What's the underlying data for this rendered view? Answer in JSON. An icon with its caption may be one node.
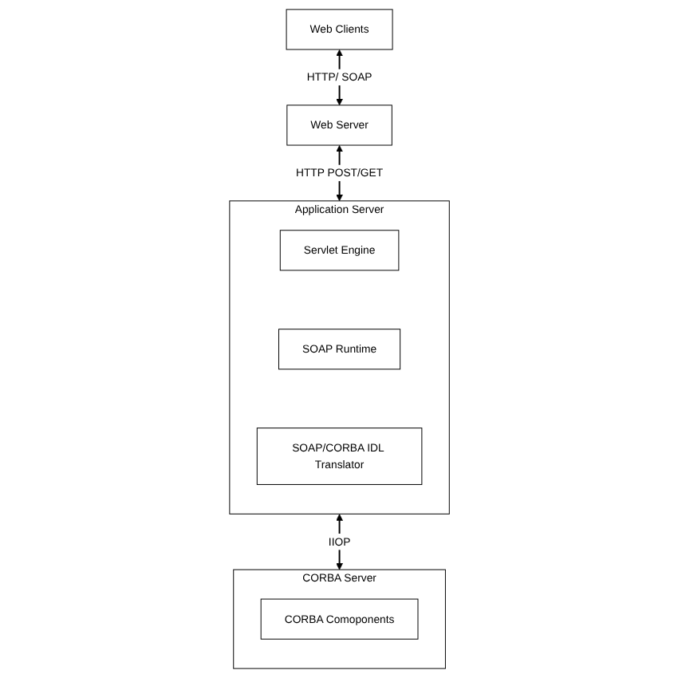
{
  "diagram": {
    "nodes": [
      {
        "text": [
          "Web Clients"
        ]
      },
      {
        "text": [
          "Web Server"
        ]
      },
      {
        "text": [
          "Application Server"
        ]
      },
      {
        "text": [
          "Servlet Engine"
        ],
        "in": 2
      },
      {
        "text": [
          "SOAP Runtime"
        ],
        "in": 2
      },
      {
        "text": [
          "SOAP/CORBA IDL Translator"
        ],
        "in": 2
      },
      {
        "text": [
          "CORBA Server"
        ]
      },
      {
        "text": [
          "CORBA Comoponents"
        ],
        "in": 6
      }
    ],
    "edges": [
      {
        "from": 0,
        "to": 1,
        "arrow": "both",
        "label": "HTTP/ SOAP"
      },
      {
        "from": 1,
        "to": 2,
        "arrow": "both",
        "label": "HTTP POST/GET"
      },
      {
        "from": 2,
        "to": 6,
        "arrow": "both",
        "label": "IIOP"
      }
    ]
  }
}
